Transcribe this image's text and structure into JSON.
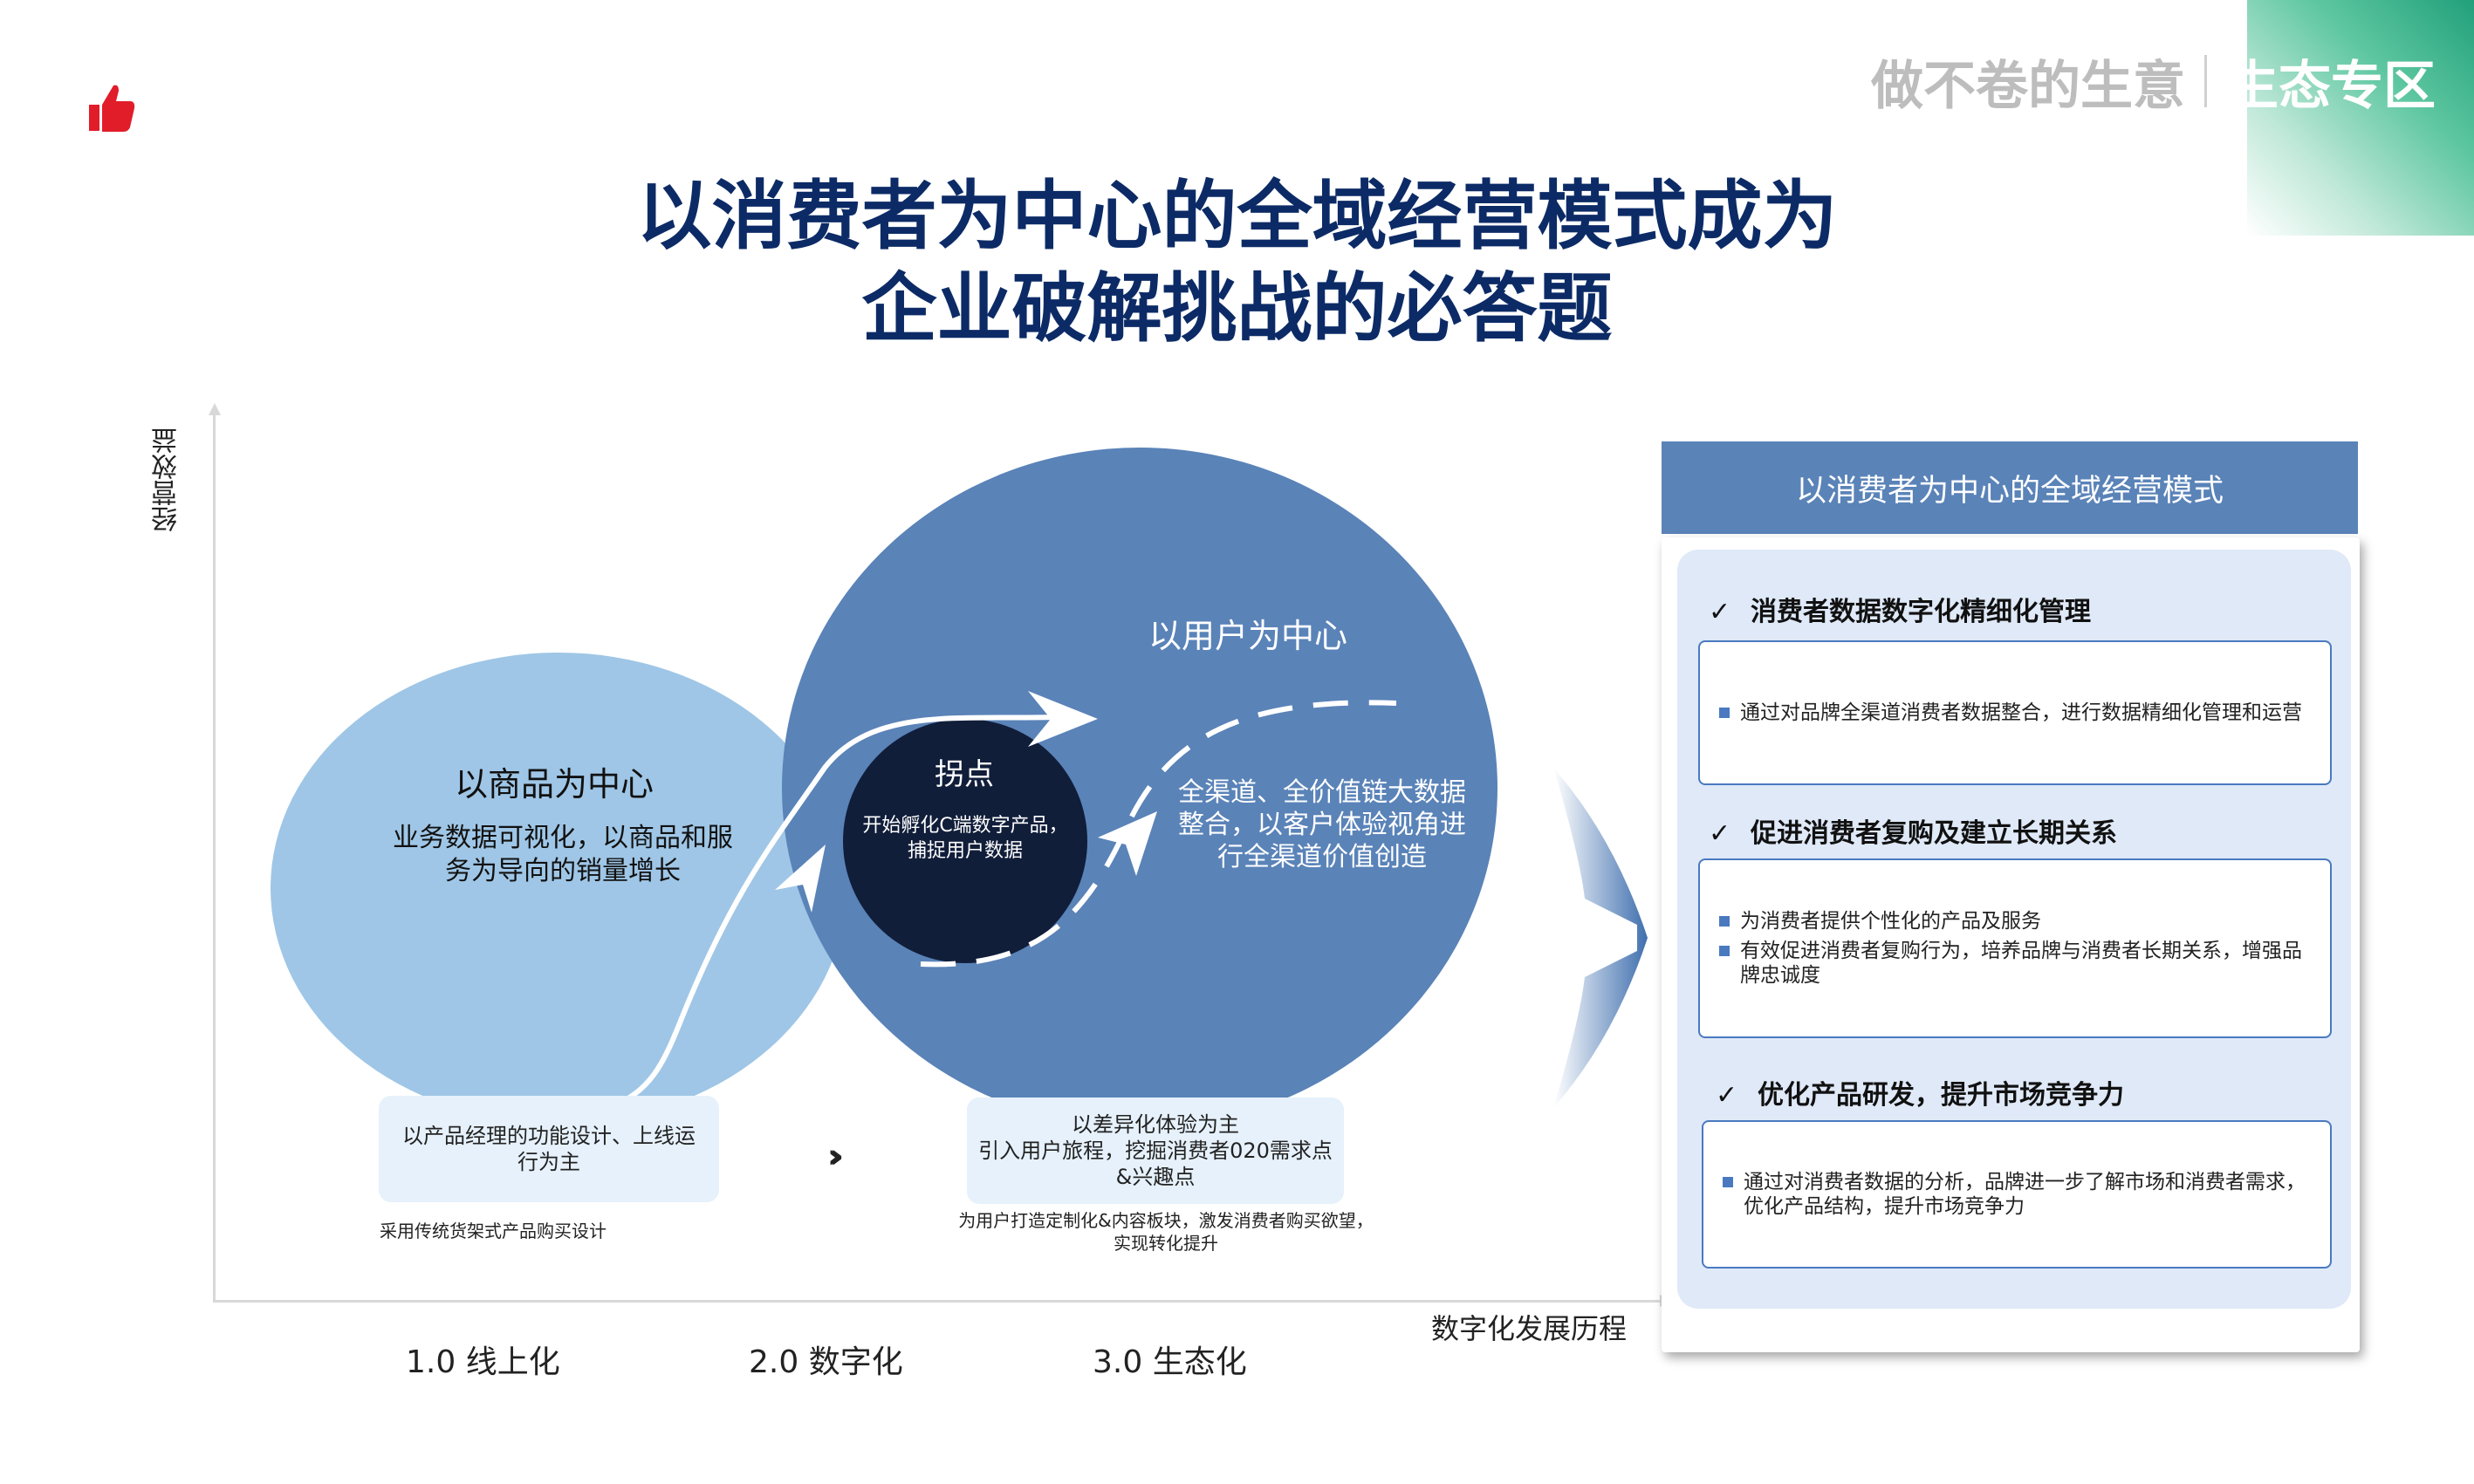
{
  "brand": {
    "name": "做不卷的生意",
    "section": "生态专区"
  },
  "title": {
    "line1": "以消费者为中心的全域经营模式成为",
    "line2": "企业破解挑战的必答题"
  },
  "axes": {
    "y_label": "经营效益",
    "x_label": "数字化发展历程"
  },
  "stages": [
    "1.0 线上化",
    "2.0 数字化",
    "3.0 生态化"
  ],
  "circles": {
    "product": {
      "title": "以商品为中心",
      "desc": "业务数据可视化，以商品和服务为导向的销量增长"
    },
    "user": {
      "title": "以用户为中心",
      "desc": "全渠道、全价值链大数据整合，以客户体验视角进行全渠道价值创造"
    },
    "inflection": {
      "title": "拐点",
      "desc": "开始孵化C端数字产品，捕捉用户数据"
    }
  },
  "boxes": {
    "stage1": {
      "text": "以产品经理的功能设计、上线运行为主",
      "note": "采用传统货架式产品购买设计"
    },
    "stage2": {
      "line1": "以差异化体验为主",
      "line2": "引入用户旅程，挖掘消费者020需求点",
      "line3": "&兴趣点",
      "note": "为用户打造定制化&内容板块，激发消费者购买欲望，实现转化提升"
    }
  },
  "panel": {
    "header": "以消费者为中心的全域经营模式",
    "sections": [
      {
        "title": "消费者数据数字化精细化管理",
        "bullets": [
          "通过对品牌全渠道消费者数据整合，进行数据精细化管理和运营"
        ]
      },
      {
        "title": "促进消费者复购及建立长期关系",
        "bullets": [
          "为消费者提供个性化的产品及服务",
          "有效促进消费者复购行为，培养品牌与消费者长期关系，增强品牌忠诚度"
        ]
      },
      {
        "title": "优化产品研发，提升市场竞争力",
        "bullets": [
          "通过对消费者数据的分析，品牌进一步了解市场和消费者需求，优化产品结构，提升市场竞争力"
        ]
      }
    ]
  }
}
